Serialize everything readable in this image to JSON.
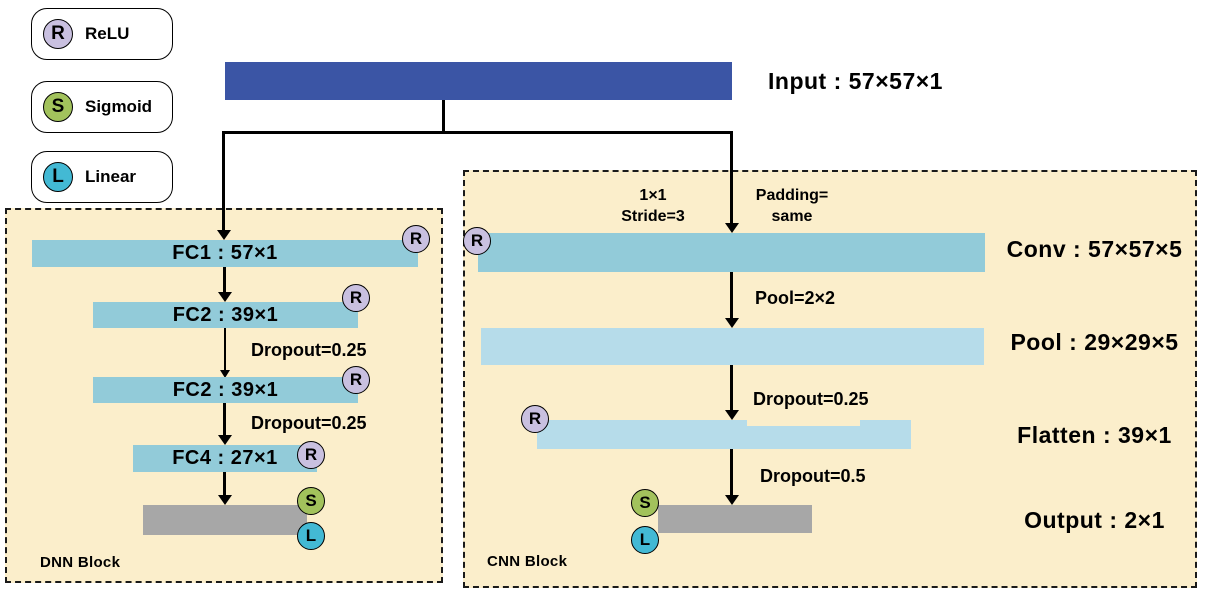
{
  "symbols": {
    "relu": "R",
    "sigmoid": "S",
    "linear": "L"
  },
  "legend": {
    "items": [
      {
        "symbol": "R",
        "label": "ReLU"
      },
      {
        "symbol": "S",
        "label": "Sigmoid"
      },
      {
        "symbol": "L",
        "label": "Linear"
      }
    ]
  },
  "input": {
    "label": "Input : 57×57×1"
  },
  "dnn": {
    "title": "DNN Block",
    "fc1": "FC1 : 57×1",
    "fc2": "FC2 : 39×1",
    "fc3": "FC2 : 39×1",
    "fc4": "FC4 : 27×1",
    "dropout1": "Dropout=0.25",
    "dropout2": "Dropout=0.25"
  },
  "cnn": {
    "title": "CNN Block",
    "kernel_line1": "1×1",
    "kernel_line2": "Stride=3",
    "padding_line1": "Padding=",
    "padding_line2": "same",
    "pool_annotation": "Pool=2×2",
    "dropout1": "Dropout=0.25",
    "dropout2": "Dropout=0.5",
    "label_conv": "Conv : 57×57×5",
    "label_pool": "Pool : 29×29×5",
    "label_flatten": "Flatten : 39×1",
    "label_output": "Output : 2×1"
  },
  "colors": {
    "input_bar": "#3b55a5",
    "fc_bar": "#92cbd9",
    "pool_bar": "#b6dcea",
    "output_bar": "#a7a7a7",
    "block_bg": "#fbeecb",
    "relu": "#c9c0e0",
    "sigmoid": "#a2c25c",
    "linear": "#43b9d4"
  }
}
